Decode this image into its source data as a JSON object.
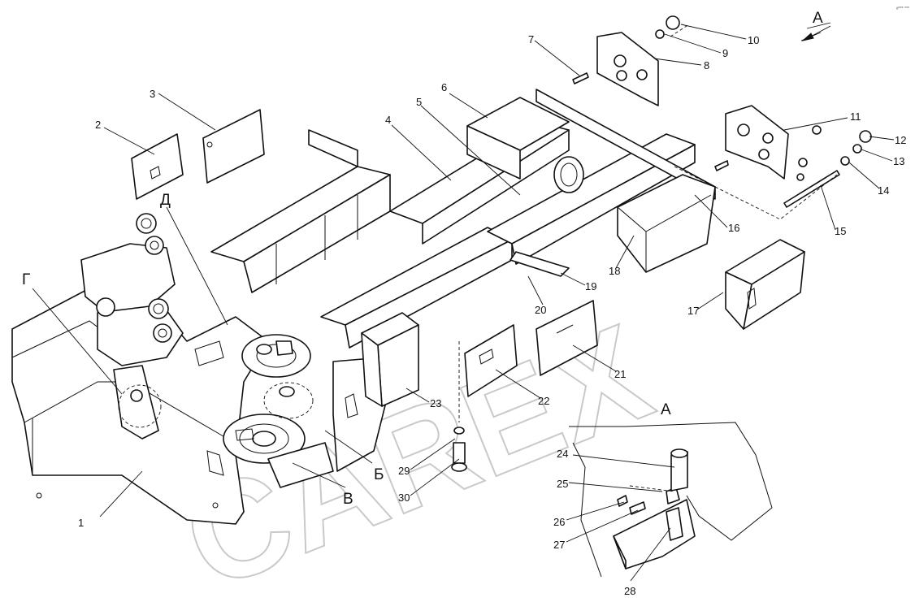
{
  "diagram": {
    "corner_mark": "#*** ***",
    "watermark": "CAREX",
    "view_marker_label": "А",
    "detail_view_title": "А",
    "section_labels": [
      "Д",
      "Г",
      "Б",
      "В"
    ],
    "callouts": [
      "1",
      "2",
      "3",
      "4",
      "5",
      "6",
      "7",
      "8",
      "9",
      "10",
      "11",
      "12",
      "13",
      "14",
      "15",
      "16",
      "17",
      "18",
      "19",
      "20",
      "21",
      "22",
      "23",
      "24",
      "25",
      "26",
      "27",
      "28",
      "29",
      "30"
    ]
  }
}
